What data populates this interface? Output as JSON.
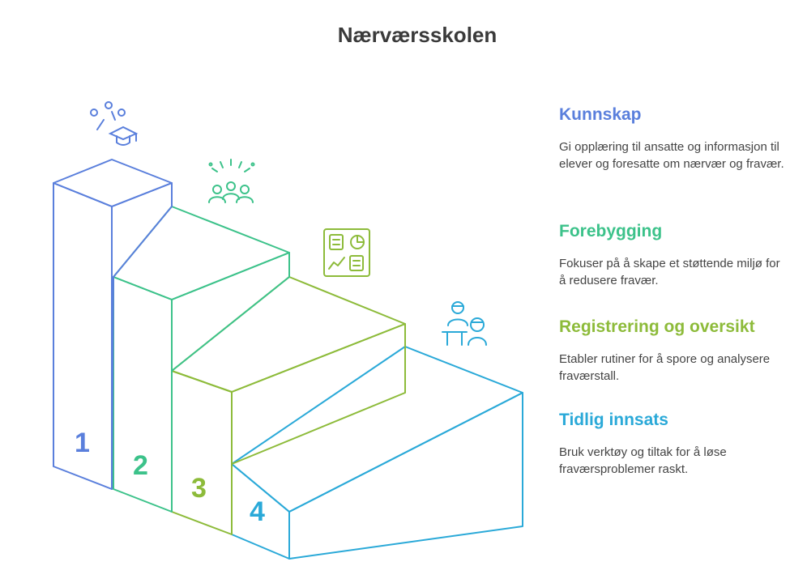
{
  "title": "Nærværsskolen",
  "colors": {
    "step1": "#5a7fdc",
    "step2": "#3cc28a",
    "step3": "#8dbb3a",
    "step4": "#2aa9d8"
  },
  "steps": [
    {
      "number": "1",
      "heading": "Kunnskap",
      "description": "Gi opplæring til ansatte og informasjon til elever og foresatte om nærvær og fravær.",
      "icon": "graduation-cap-icon"
    },
    {
      "number": "2",
      "heading": "Forebygging",
      "description": "Fokuser på å skape et støttende miljø for å redusere fravær.",
      "icon": "celebrating-group-icon"
    },
    {
      "number": "3",
      "heading": "Registrering og oversikt",
      "description": "Etabler rutiner for å spore og analysere fraværstall.",
      "icon": "dashboard-icon"
    },
    {
      "number": "4",
      "heading": "Tidlig innsats",
      "description": "Bruk verktøy og tiltak for å løse fraværsproblemer raskt.",
      "icon": "teacher-student-icon"
    }
  ]
}
